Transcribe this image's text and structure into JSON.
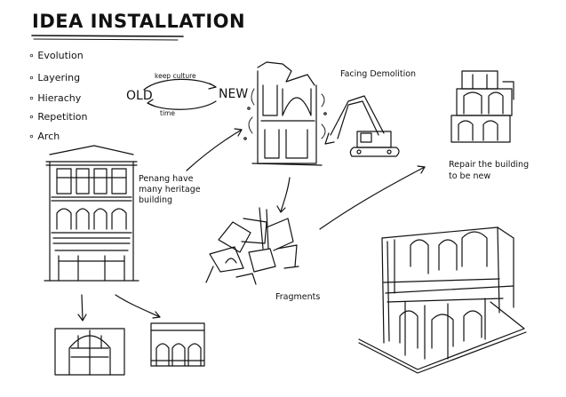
{
  "title": "IDEA INSTALLATION",
  "bullets": [
    "Evolution",
    "Layering",
    "Hierachy",
    "Repetition",
    "Arch"
  ],
  "cycle": {
    "left": "OLD",
    "right": "NEW",
    "top": "keep culture",
    "bottom": "time"
  },
  "labels": {
    "penang": [
      "Penang have",
      "many heritage",
      "building"
    ],
    "demolition": "Facing Demolition",
    "fragments": "Fragments",
    "repair": [
      "Repair the building",
      "to be new"
    ]
  },
  "colors": {
    "ink": "#111111",
    "paper": "#ffffff"
  }
}
